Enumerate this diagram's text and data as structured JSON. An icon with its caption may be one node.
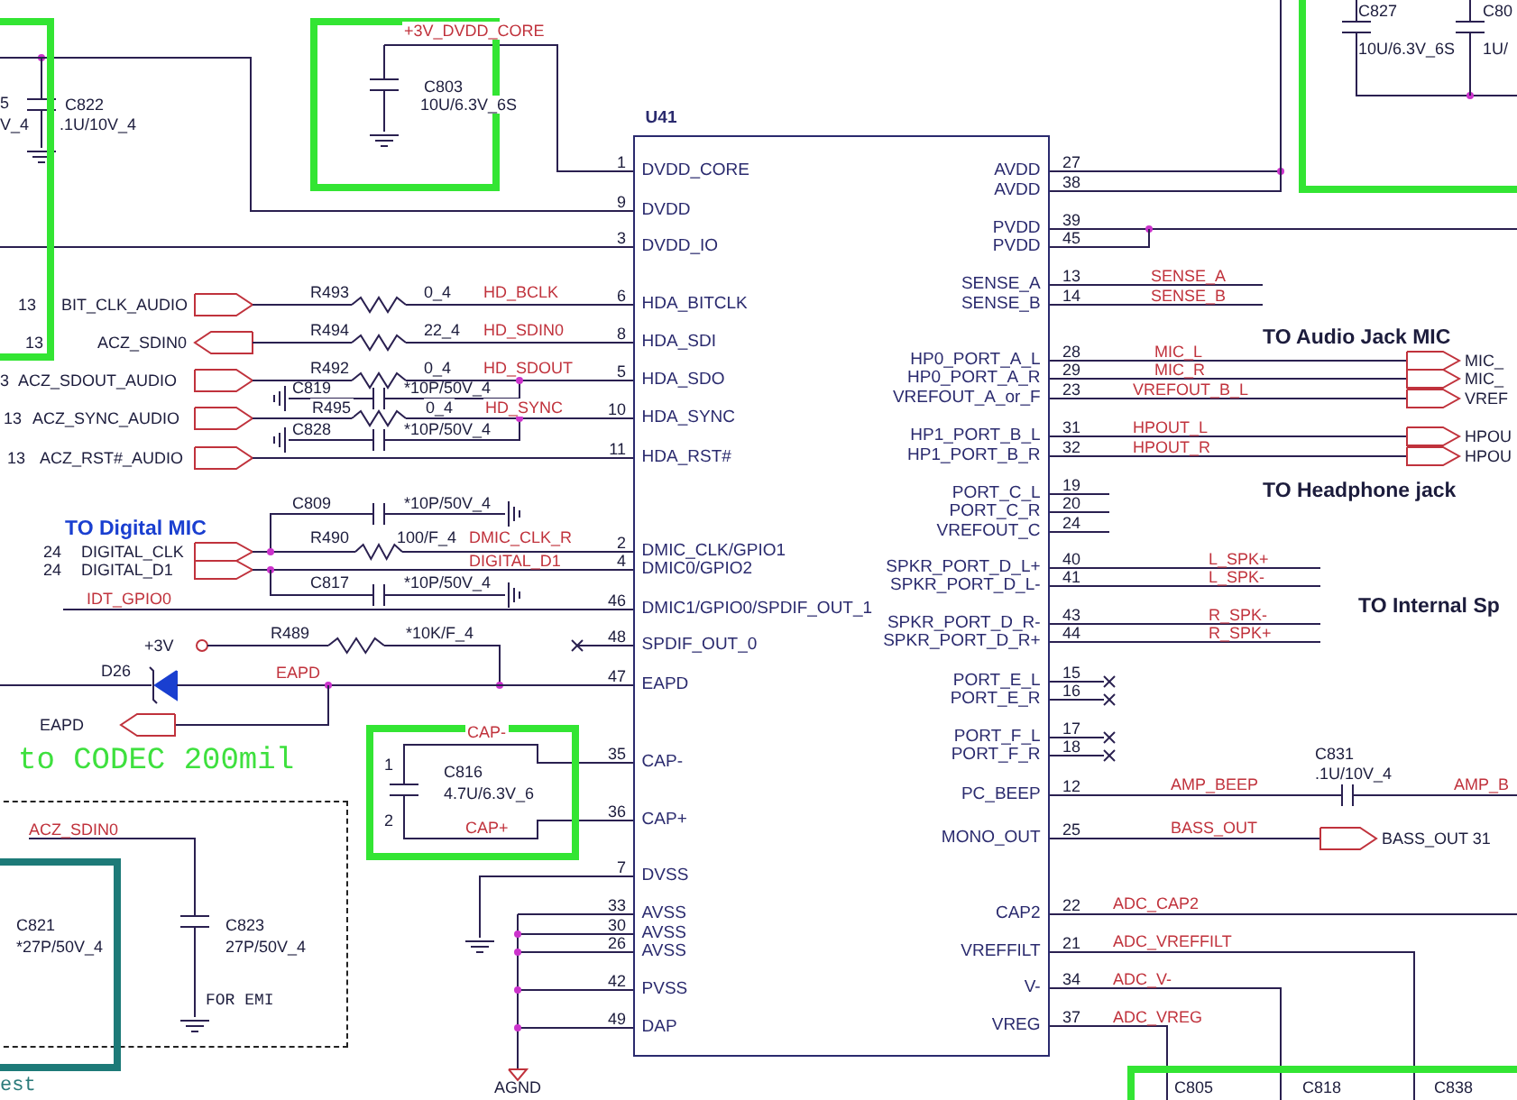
{
  "diagram": {
    "nodes": [
      {
        "text": [
          "U41",
          "DVDD_CORE",
          "DVDD",
          "DVDD_IO",
          "HDA_BITCLK",
          "HDA_SDI",
          "HDA_SDO",
          "HDA_SYNC",
          "HDA_RST#",
          "DMIC_CLK/GPIO1",
          "DMIC0/GPIO2",
          "DMIC1/GPIO0/SPDIF_OUT_1",
          "SPDIF_OUT_0",
          "EAPD",
          "CAP-",
          "CAP+",
          "DVSS",
          "AVSS",
          "AVSS",
          "AVSS",
          "PVSS",
          "DAP",
          "AVDD",
          "AVDD",
          "PVDD",
          "PVDD",
          "SENSE_A",
          "SENSE_B",
          "HP0_PORT_A_L",
          "HP0_PORT_A_R",
          "VREFOUT_A_or_F",
          "HP1_PORT_B_L",
          "HP1_PORT_B_R",
          "PORT_C_L",
          "PORT_C_R",
          "VREFOUT_C",
          "SPKR_PORT_D_L+",
          "SPKR_PORT_D_L-",
          "SPKR_PORT_D_R-",
          "SPKR_PORT_D_R+",
          "PORT_E_L",
          "PORT_E_R",
          "PORT_F_L",
          "PORT_F_R",
          "PC_BEEP",
          "MONO_OUT",
          "CAP2",
          "VREFFILT",
          "V-",
          "VREG"
        ]
      },
      {
        "text": [
          "ACZ_SDIN0",
          "C823",
          "27P/50V_4",
          "FOR EMI"
        ]
      },
      {
        "text": [
          "C821",
          "*27P/50V_4"
        ]
      }
    ],
    "labels": [
      "5",
      "C822",
      "V_4",
      ".1U/10V_4",
      "+3V_DVDD_CORE",
      "C803",
      "10U/6.3V_6S",
      "C827",
      "10U/6.3V_6S",
      "C80",
      "1U/",
      "1",
      "9",
      "3",
      "6",
      "8",
      "5",
      "10",
      "11",
      "2",
      "4",
      "46",
      "48",
      "47",
      "35",
      "36",
      "7",
      "33",
      "30",
      "26",
      "42",
      "49",
      "27",
      "38",
      "39",
      "45",
      "13",
      "14",
      "28",
      "29",
      "23",
      "31",
      "32",
      "19",
      "20",
      "24",
      "40",
      "41",
      "43",
      "44",
      "15",
      "16",
      "17",
      "18",
      "12",
      "25",
      "22",
      "21",
      "34",
      "37",
      "13",
      "BIT_CLK_AUDIO",
      "R493",
      "0_4",
      "HD_BCLK",
      "13",
      "ACZ_SDIN0",
      "R494",
      "22_4",
      "HD_SDIN0",
      "3",
      "ACZ_SDOUT_AUDIO",
      "R492",
      "0_4",
      "HD_SDOUT",
      "C819",
      "*10P/50V_4",
      "13",
      "ACZ_SYNC_AUDIO",
      "R495",
      "0_4",
      "HD_SYNC",
      "C828",
      "*10P/50V_4",
      "13",
      "ACZ_RST#_AUDIO",
      "C809",
      "*10P/50V_4",
      "TO Digital MIC",
      "24",
      "DIGITAL_CLK",
      "R490",
      "100/F_4",
      "DMIC_CLK_R",
      "24",
      "DIGITAL_D1",
      "DIGITAL_D1",
      "C817",
      "*10P/50V_4",
      "IDT_GPIO0",
      "+3V",
      "R489",
      "*10K/F_4",
      "D26",
      "EAPD",
      "EAPD",
      "CAP-",
      "1",
      "C816",
      "4.7U/6.3V_6",
      "2",
      "CAP+",
      "to CODEC 200mil",
      "est",
      "AGND",
      "SENSE_A",
      "SENSE_B",
      "TO Audio Jack MIC",
      "MIC_L",
      "MIC_",
      "MIC_R",
      "MIC_",
      "VREFOUT_B_L",
      "VREF",
      "HPOUT_L",
      "HPOU",
      "HPOUT_R",
      "HPOU",
      "TO Headphone jack",
      "L_SPK+",
      "L_SPK-",
      "TO Internal Sp",
      "R_SPK-",
      "R_SPK+",
      "C831",
      ".1U/10V_4",
      "AMP_BEEP",
      "AMP_B",
      "BASS_OUT",
      "BASS_OUT 31",
      "ADC_CAP2",
      "ADC_VREFFILT",
      "ADC_V-",
      "ADC_VREG",
      "C805",
      "C818",
      "C838"
    ]
  }
}
